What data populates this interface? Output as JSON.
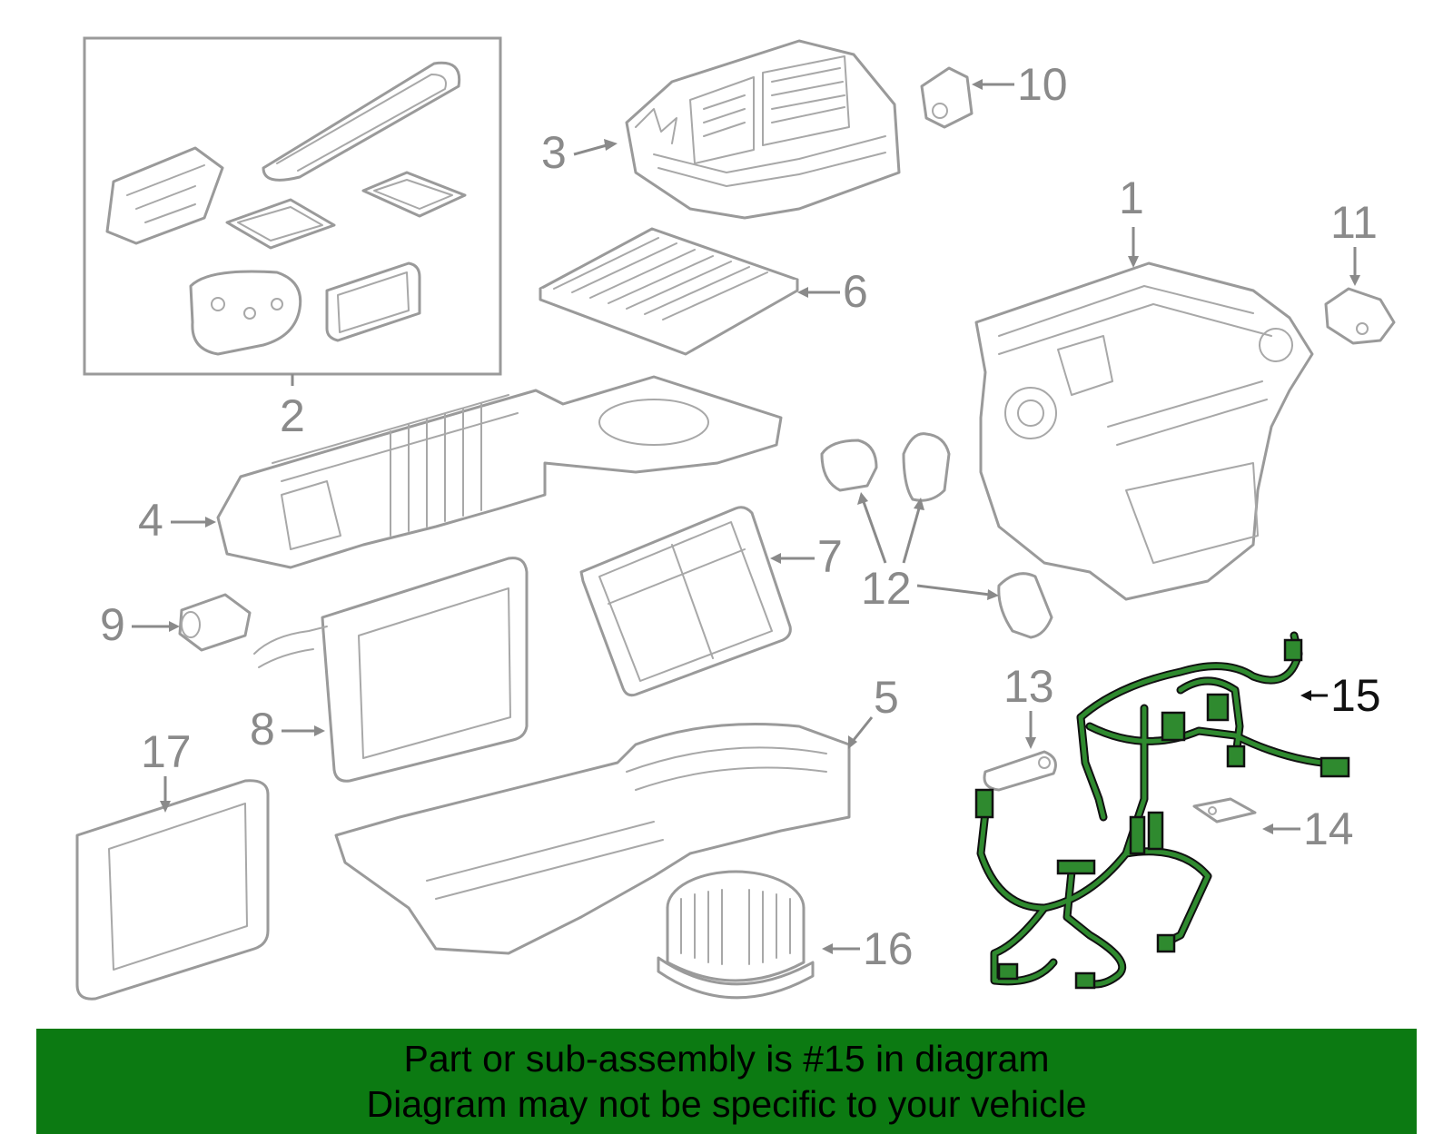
{
  "callouts": {
    "c1": "1",
    "c2": "2",
    "c3": "3",
    "c4": "4",
    "c5": "5",
    "c6": "6",
    "c7": "7",
    "c8": "8",
    "c9": "9",
    "c10": "10",
    "c11": "11",
    "c12": "12",
    "c13": "13",
    "c14": "14",
    "c15": "15",
    "c16": "16",
    "c17": "17"
  },
  "highlighted_part": "15",
  "colors": {
    "part_outline": "#9a9a9a",
    "highlight_harness": "#2f8a2f",
    "banner_bg": "#0c7a12"
  },
  "banner": {
    "line1": "Part or sub-assembly is #15 in diagram",
    "line2": "Diagram may not be specific to your vehicle"
  }
}
